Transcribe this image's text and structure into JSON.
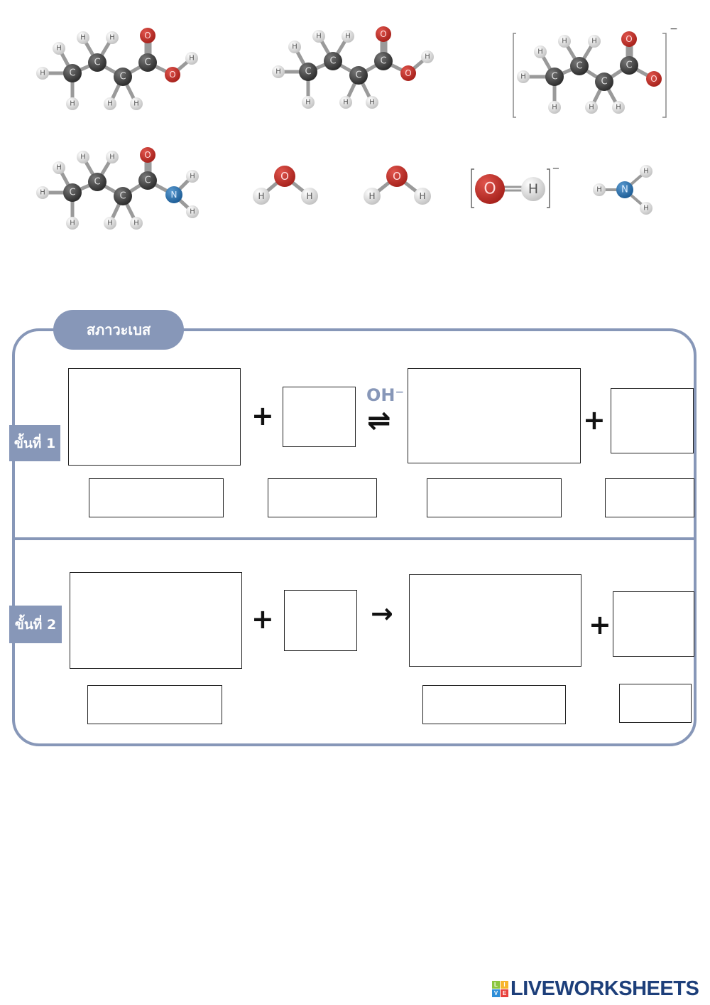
{
  "molecules": {
    "butanoic_acid_1": {
      "atoms": {
        "carbon": "C",
        "hydrogen": "H",
        "oxygen": "O"
      }
    },
    "butanoic_acid_2": {
      "atoms": {
        "carbon": "C",
        "hydrogen": "H",
        "oxygen": "O"
      }
    },
    "butanoate_ion": {
      "atoms": {
        "carbon": "C",
        "hydrogen": "H",
        "oxygen": "O"
      },
      "charge": "−"
    },
    "butanamide": {
      "atoms": {
        "carbon": "C",
        "hydrogen": "H",
        "oxygen": "O",
        "nitrogen": "N"
      }
    },
    "water_1": {
      "atoms": {
        "hydrogen": "H",
        "oxygen": "O"
      }
    },
    "water_2": {
      "atoms": {
        "hydrogen": "H",
        "oxygen": "O"
      }
    },
    "hydroxide_ion": {
      "atoms": {
        "hydrogen": "H",
        "oxygen": "O"
      },
      "charge": "−"
    },
    "ammonia": {
      "atoms": {
        "hydrogen": "H",
        "nitrogen": "N"
      }
    }
  },
  "section": {
    "title": "สภาวะเบส",
    "steps": [
      {
        "label": "ขั้นที่ 1",
        "plus1": "+",
        "arrow": "⇌",
        "catalyst": "OH⁻",
        "plus2": "+"
      },
      {
        "label": "ขั้นที่ 2",
        "plus1": "+",
        "arrow": "→",
        "plus2": "+"
      }
    ]
  },
  "colors": {
    "accent": "#8797b8",
    "carbon": "#3d3d3d",
    "oxygen": "#c1312a",
    "nitrogen": "#2f78b5",
    "hydrogen": "#e2e2e2",
    "brand": "#1d3f7a"
  },
  "footer": {
    "brand": "LIVEWORKSHEETS",
    "logo_letters": [
      "L",
      "I",
      "V",
      "E"
    ]
  }
}
